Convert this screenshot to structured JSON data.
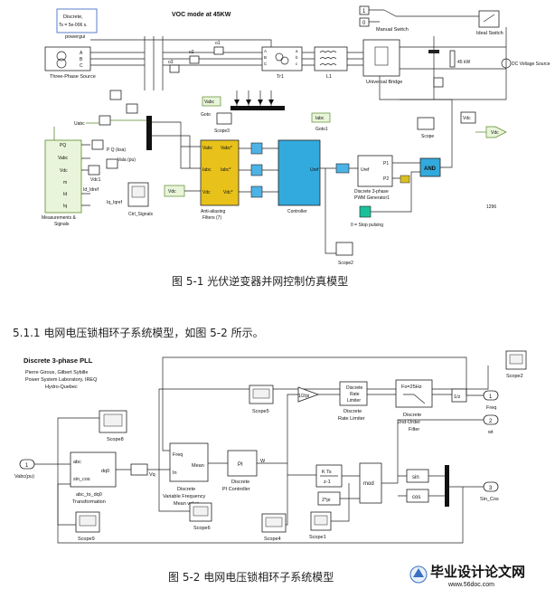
{
  "fig1": {
    "title": "VOC mode at 45KW",
    "powergui": {
      "mode": "Discrete,",
      "ts": "Ts = 5e-006 s.",
      "name": "powergui"
    },
    "source": "Three-Phase Source",
    "manual_switch": "Manual Switch",
    "ideal_switch": "Ideal Switch",
    "universal_bridge": "Universal Bridge",
    "tr1": "Tr1",
    "l1": "L1",
    "kw": "45 kW",
    "dc_source": "DC Voltage Source",
    "u_in": "Uabc",
    "vabc": "Vabc",
    "goto": "Goto",
    "iabc": "Iabc",
    "goto1": "Goto1",
    "scope3": "Scope3",
    "scope": "Scope",
    "scope2": "Scope2",
    "pq": "P Q (ksa)",
    "vala": "Vala (pu)",
    "vdc1": "Vdc1",
    "vdc": "Vdc",
    "meas": {
      "ports": [
        "PQ",
        "Vabc",
        "Vdc",
        "m",
        "Id",
        "Iq"
      ],
      "label1": "Measurements &",
      "label2": "Signals",
      "idref": "Id_Idref",
      "iqref": "Iq_Iqref"
    },
    "ctrl_signals": "Ctrl_Signals",
    "filter": {
      "ports_in": [
        "Vabc",
        "Iabc",
        "Vdc"
      ],
      "ports_out": [
        "Vabc*",
        "Iabc*",
        "Vdc*"
      ],
      "label1": "Anti-aliasing",
      "label2": "Filters (7)"
    },
    "controller": {
      "port_out": "Uref",
      "label": "Controller"
    },
    "pwm": {
      "in": "Uref",
      "p1": "P1",
      "p2": "P2",
      "label1": "Discrete 3-phase",
      "label2": "PWM Generator1"
    },
    "and": "AND",
    "stop": "0 = Stop pulsing",
    "vdc_in": "Vdc",
    "num": "1296",
    "const1": "1",
    "const0": "0"
  },
  "caption1": "图 5-1 光伏逆变器并网控制仿真模型",
  "section": "5.1.1 电网电压锁相环子系统模型，如图 5-2 所示。",
  "fig2": {
    "title": "Discrete 3-phase PLL",
    "authors": [
      "Pierre Giroux, Gilbert Sybille",
      "Power System Laboratory, IREQ",
      "Hydro-Quebec"
    ],
    "in_num": "1",
    "in_label": "Vabc(pu)",
    "abc_block": {
      "p1": "abc",
      "p2": "sin_cos",
      "out": "dq0",
      "l1": "abc_to_dq0",
      "l2": "Transformation"
    },
    "vq": "Vq",
    "mean": {
      "p1": "Freq",
      "p2": "In",
      "out": "Mean",
      "l1": "Discrete",
      "l2": "Variable Frequency",
      "l3": "Mean value"
    },
    "pi": {
      "txt": "PI",
      "l1": "Discrete",
      "l2": "PI Controller"
    },
    "w": "W",
    "gain": "1/2/pi",
    "rate": {
      "l1": "Discrete",
      "l2": "Rate",
      "l3": "Limiter",
      "c1": "Discrete",
      "c2": "Rate Limiter"
    },
    "filt": {
      "fo": "Fo=25Hz",
      "c1": "Discrete",
      "c2": "2nd-Order",
      "c3": "Filter"
    },
    "uz": "1/z",
    "kts": "K Ts",
    "z1": "z-1",
    "twopi": "2*pi",
    "mod": "mod",
    "sin": "sin",
    "cos": "cos",
    "out1": {
      "num": "1",
      "label": "Freq"
    },
    "out2": {
      "num": "2",
      "label": "wt"
    },
    "out3": {
      "num": "3",
      "label": "Sin_Cos"
    },
    "scopes": [
      "Scope8",
      "Scope9",
      "Scope6",
      "Scope5",
      "Scope4",
      "Scope1",
      "Scope2"
    ]
  },
  "caption2": "图 5-2  电网电压锁相环子系统模型",
  "watermark": {
    "main": "毕业设计论文网",
    "url": "www.56doc.com"
  }
}
